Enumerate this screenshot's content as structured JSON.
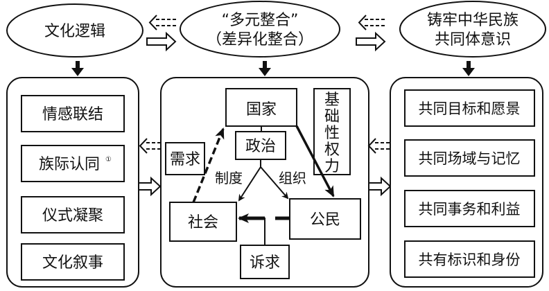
{
  "top": {
    "left_ellipse": "文化逻辑",
    "center_ellipse_line1": "“多元整合”",
    "center_ellipse_line2": "（差异化整合）",
    "right_ellipse_line1": "铸牢中华民族",
    "right_ellipse_line2": "共同体意识"
  },
  "left_panel": {
    "items": [
      "情感联结",
      "族际认同",
      "仪式凝聚",
      "文化叙事"
    ],
    "footnote_mark": "①"
  },
  "center_panel": {
    "state": "国家",
    "politics": "政治",
    "infrastructural_power": [
      "基",
      "础",
      "性",
      "权",
      "力"
    ],
    "demand": "需求",
    "institution": "制度",
    "organization": "组织",
    "society": "社会",
    "citizen": "公民",
    "appeal": "诉求"
  },
  "right_panel": {
    "items": [
      "共同目标和愿景",
      "共同场域与记忆",
      "共同事务和利益",
      "共有标识和身份"
    ]
  }
}
